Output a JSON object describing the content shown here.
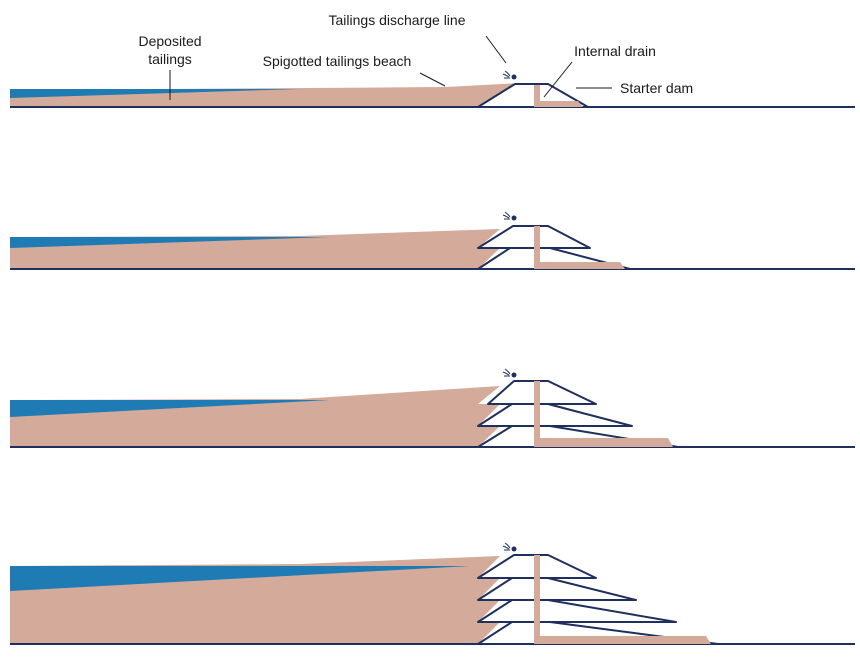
{
  "labels": {
    "deposited_tailings_1": "Deposited",
    "deposited_tailings_2": "tailings",
    "spigotted_beach": "Spigotted tailings beach",
    "discharge_line": "Tailings discharge line",
    "internal_drain": "Internal drain",
    "starter_dam": "Starter dam"
  },
  "stages": [
    {
      "name": "stage-1",
      "lifts": 1
    },
    {
      "name": "stage-2",
      "lifts": 2
    },
    {
      "name": "stage-3",
      "lifts": 3
    },
    {
      "name": "stage-4",
      "lifts": 4
    }
  ],
  "colors": {
    "tailings": "#d4aa9b",
    "water": "#1f7bb3",
    "dam_outline": "#1f2f5e"
  }
}
